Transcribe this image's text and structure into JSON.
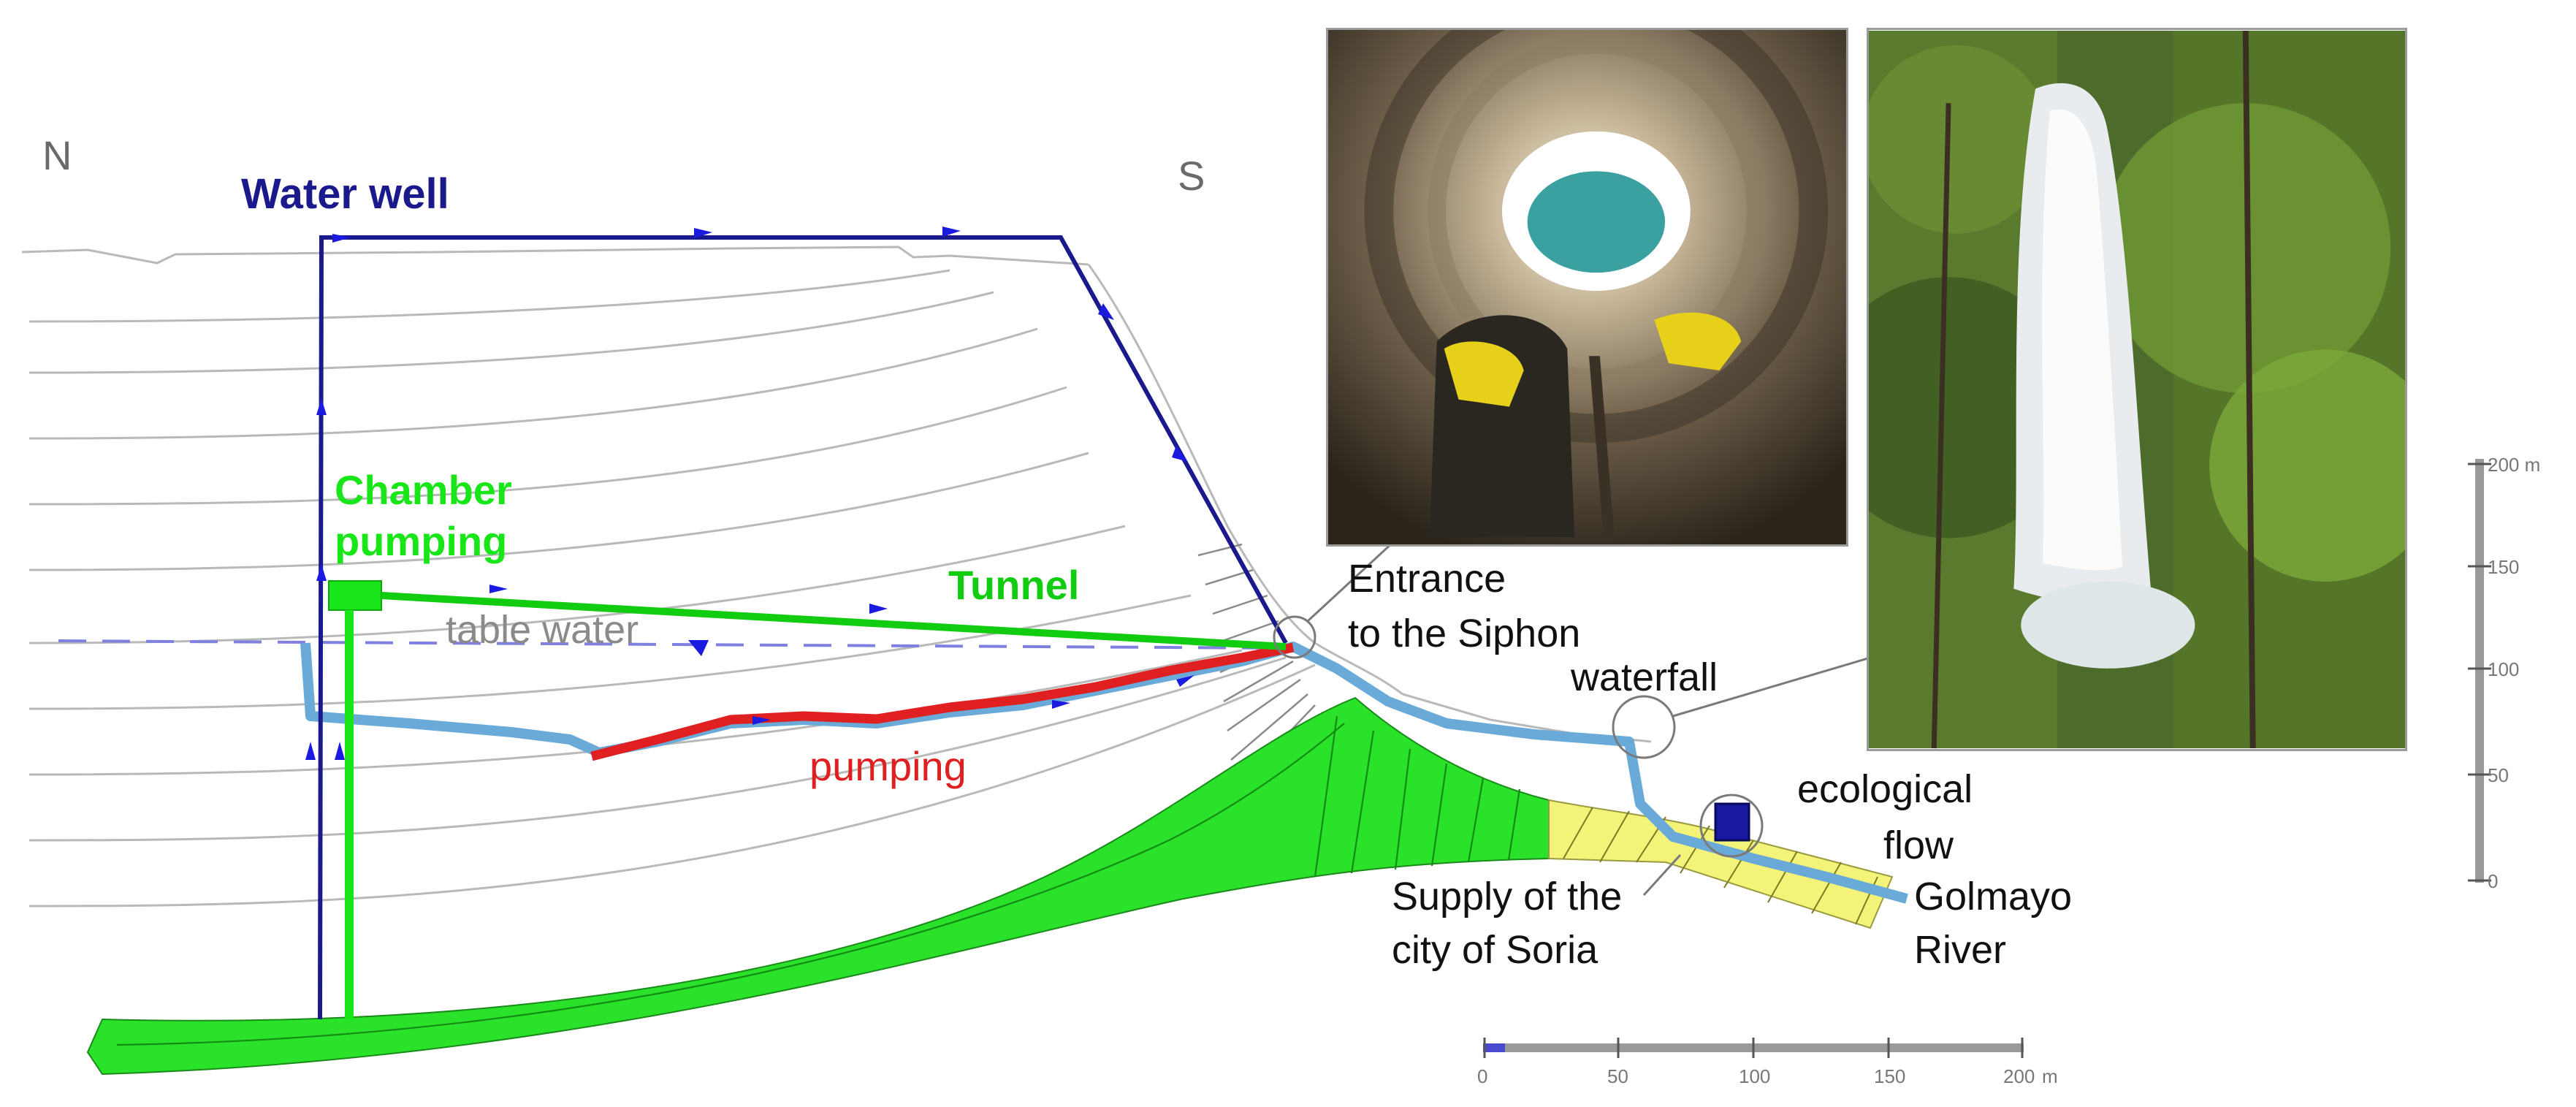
{
  "diagram": {
    "compass": {
      "north": "N",
      "south": "S"
    },
    "labels": {
      "water_well": "Water well",
      "chamber_line1": "Chamber",
      "chamber_line2": "pumping",
      "tunnel": "Tunnel",
      "table_water": "table water",
      "pumping": "pumping",
      "entrance_line1": "Entrance",
      "entrance_line2": "to the Siphon",
      "waterfall": "waterfall",
      "ecological_line1": "ecological",
      "ecological_line2": "flow",
      "supply_line1": "Supply of the",
      "supply_line2": "city of Soria",
      "river_line1": "Golmayo",
      "river_line2": "River"
    },
    "colors": {
      "water_well": "#1a1a8c",
      "chamber": "#19e619",
      "tunnel": "#11cc11",
      "table_water": "#8a8a8a",
      "pumping": "#e02020",
      "siphon_water": "#6aaad8",
      "green_layer": "#29e229",
      "yellow_layer": "#f3f37a",
      "arrow": "#1a1ae0"
    },
    "vertical_scale": {
      "ticks": [
        "200 m",
        "150",
        "100",
        "50",
        "0"
      ]
    },
    "horizontal_scale": {
      "ticks": [
        "0",
        "50",
        "100",
        "150",
        "200"
      ],
      "unit": "m"
    },
    "photos": {
      "siphon": "siphon-cave-photo",
      "waterfall": "waterfall-photo"
    }
  }
}
